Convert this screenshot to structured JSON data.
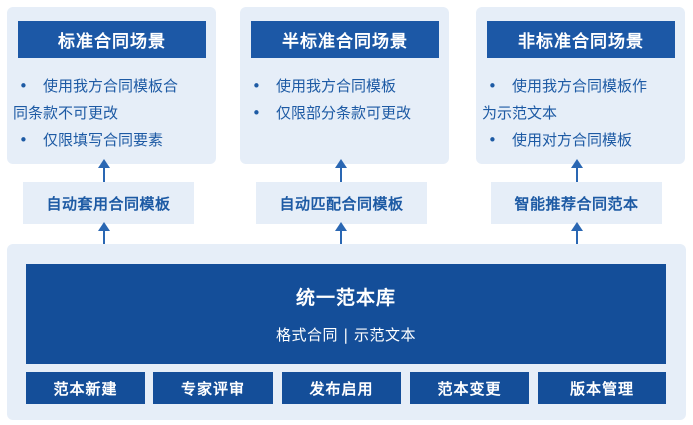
{
  "scenes": [
    {
      "title": "标准合同场景",
      "bullets": [
        [
          "使用我方合同模板合",
          "同条款不可更改"
        ],
        [
          "仅限填写合同要素"
        ]
      ],
      "link_label": "自动套用合同模板"
    },
    {
      "title": "半标准合同场景",
      "bullets": [
        [
          "使用我方合同模板"
        ],
        [
          "仅限部分条款可更改"
        ]
      ],
      "link_label": "自动匹配合同模板"
    },
    {
      "title": "非标准合同场景",
      "bullets": [
        [
          "使用我方合同模板作",
          "为示范文本"
        ],
        [
          "使用对方合同模板"
        ]
      ],
      "link_label": "智能推荐合同范本"
    }
  ],
  "library": {
    "title": "统一范本库",
    "subtitle": "格式合同 | 示范文本"
  },
  "modules": [
    "范本新建",
    "专家评审",
    "发布启用",
    "范本变更",
    "版本管理"
  ],
  "colors": {
    "dark_blue": "#144e99",
    "title_blue": "#1c58a6",
    "light_panel": "#e6eef8",
    "text_blue": "#1d5aa4"
  }
}
